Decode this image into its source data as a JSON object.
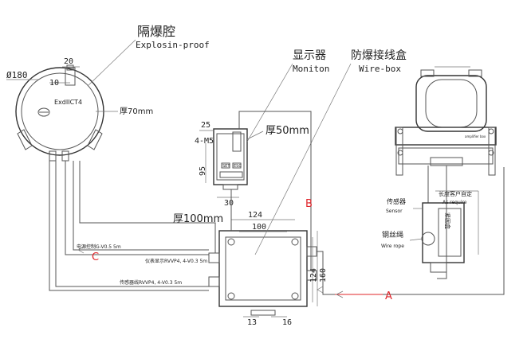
{
  "explosion_chamber": {
    "label_cn": "隔爆腔",
    "label_en": "Explosin-proof",
    "dia": "Ø180",
    "dim_top": "20",
    "dim_side": "10",
    "model": "ExdIICT4",
    "thickness": "厚70mm"
  },
  "monitor": {
    "label_cn": "显示器",
    "label_en": "Moniton",
    "dim_w": "25",
    "bolt": "4-M5",
    "dim_h": "95",
    "dim_bottom": "30",
    "thickness": "厚50mm",
    "btn1": "SET",
    "btn2": "ESC"
  },
  "wirebox": {
    "label_cn": "防爆接线盒",
    "label_en": "Wire-box",
    "thickness": "厚100mm",
    "dim_outer_w": "124",
    "dim_inner_w": "100",
    "dim_h1": "124",
    "dim_h2": "160",
    "dim_13": "13",
    "dim_16": "16"
  },
  "cables": {
    "power": "电源控制G-V0.5  5m",
    "display": "仪表显示RVVP4, 4-V0.3  5m",
    "sensor": "传感器线RVVP4, 4-V0.3  5m"
  },
  "markers": {
    "a": "A",
    "b": "B",
    "c": "C"
  },
  "sensor_assembly": {
    "sensor_cn": "传感器",
    "sensor_en": "Sensor",
    "length_cn": "长度客户自定",
    "length_en": "As require",
    "rope_cn": "钢丝绳",
    "rope_en": "Wire rope",
    "weight_label": "紧固盒",
    "plate_text": "amplifier box"
  }
}
